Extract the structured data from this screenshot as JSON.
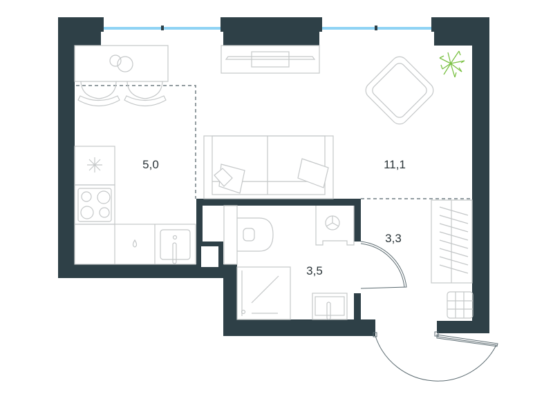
{
  "plan": {
    "rooms": [
      {
        "id": "kitchen",
        "area": "5,0"
      },
      {
        "id": "living",
        "area": "11,1"
      },
      {
        "id": "hallway",
        "area": "3,3"
      },
      {
        "id": "bathroom",
        "area": "3,5"
      }
    ],
    "colors": {
      "wall": "#2e4047",
      "glass": "#8fd3f4",
      "plant": "#7ac143",
      "furniture": "#c4c7c8"
    }
  }
}
